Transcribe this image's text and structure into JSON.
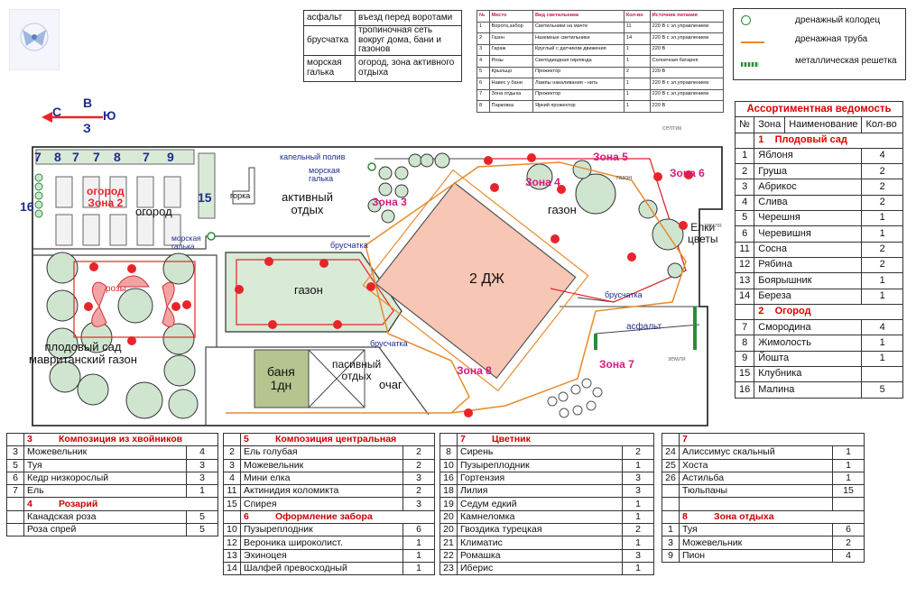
{
  "legend_surfaces": [
    {
      "material": "асфальт",
      "use": "въезд перед воротами"
    },
    {
      "material": "брусчатка",
      "use": "тропиночная сеть вокруг дома, бани и газонов"
    },
    {
      "material": "морская галька",
      "use": "огород, зона активного отдыха"
    }
  ],
  "lighting": {
    "headers": [
      "№",
      "Место",
      "Вид светильника",
      "Кол-во",
      "Источник питания"
    ],
    "rows": [
      [
        "1",
        "Ворота,забор",
        "Светильники на мачте",
        "11",
        "220 В с эл.управлением"
      ],
      [
        "2",
        "Газон",
        "Наземные светильники",
        "14",
        "220 В с эл.управлением"
      ],
      [
        "3",
        "Гараж",
        "Круглый с датчиком движения",
        "1",
        "220 В"
      ],
      [
        "4",
        "Розы",
        "Светодиодная гирлянда",
        "1",
        "Солнечная батарея"
      ],
      [
        "5",
        "Крыльцо",
        "Прожектор",
        "2",
        "220 В"
      ],
      [
        "6",
        "Навес у бани",
        "Лампы накаливания - нить",
        "1",
        "220 В с эл.управлением"
      ],
      [
        "7",
        "Зона отдыха",
        "Прожектор",
        "1",
        "220 В с эл.управлением"
      ],
      [
        "8",
        "Парковка",
        "Яркий прожектор",
        "1",
        "220 В"
      ]
    ]
  },
  "legend_symbols": [
    {
      "icon": "drain-well-icon",
      "label": "дренажный колодец"
    },
    {
      "icon": "drain-pipe-icon",
      "label": "дренажная труба"
    },
    {
      "icon": "metal-grate-icon",
      "label": "металлическая решетка"
    }
  ],
  "compass": {
    "n": "С",
    "e": "В",
    "w": "З",
    "s": "Ю"
  },
  "plan_labels": {
    "ogorod_zone": "огород\nЗона 2",
    "ogorod": "огород",
    "gorka": "горка",
    "active": "активный\nотдых",
    "kapel": "капельный полив",
    "galka1": "морская\nгалька",
    "galka2": "морская\nгалька",
    "zona3": "Зона 3",
    "bruschatka1": "брусчатка",
    "bruschatka2": "брусчатка",
    "bruschatka3": "брусчатка",
    "gazon_center": "газон",
    "house": "2 ДЖ",
    "zona4": "Зона 4",
    "zona5": "Зона 5",
    "zona6": "Зона 6",
    "gazon_right": "газон",
    "elki": "Елки\nцветы",
    "asfalt": "асфальт",
    "fruit": "плодовый сад\nмавританский газон",
    "rozy": "розы",
    "banya": "баня\n1дн",
    "pasiv": "пасивный\nотдых",
    "ochag": "очаг",
    "zona8": "Зона 8",
    "zona7": "Зона 7",
    "septik": "септик",
    "zemlya1": "земля",
    "zemlya2": "земля",
    "gazon_small": "газон",
    "top_marks": [
      "7",
      "8",
      "7",
      "7",
      "8",
      "7",
      "9"
    ],
    "num16": "16",
    "num15": "15"
  },
  "vedomost": {
    "title": "Ассортиментная ведомость",
    "headers": [
      "№",
      "Зона",
      "Наименование",
      "Кол-во"
    ],
    "sections": [
      {
        "num": "1",
        "title": "Плодовый сад",
        "rows": [
          [
            "1",
            "Яблоня",
            "4"
          ],
          [
            "2",
            "Груша",
            "2"
          ],
          [
            "3",
            "Абрикос",
            "2"
          ],
          [
            "4",
            "Слива",
            "2"
          ],
          [
            "5",
            "Черешня",
            "1"
          ],
          [
            "6",
            "Черевишня",
            "1"
          ],
          [
            "11",
            "Сосна",
            "2"
          ],
          [
            "12",
            "Рябина",
            "2"
          ],
          [
            "13",
            "Боярышник",
            "1"
          ],
          [
            "14",
            "Береза",
            "1"
          ]
        ]
      },
      {
        "num": "2",
        "title": "Огород",
        "rows": [
          [
            "7",
            "Смородина",
            "4"
          ],
          [
            "8",
            "Жимолость",
            "1"
          ],
          [
            "9",
            "Йошта",
            "1"
          ],
          [
            "15",
            "Клубника",
            ""
          ],
          [
            "16",
            "Малина",
            "5"
          ]
        ]
      }
    ]
  },
  "bottom_tables": [
    {
      "blocks": [
        {
          "num": "3",
          "title": "Композиция из хвойников",
          "rows": [
            [
              "3",
              "Можевельник",
              "4"
            ],
            [
              "5",
              "Туя",
              "3"
            ],
            [
              "6",
              "Кедр низкорослый",
              "3"
            ],
            [
              "7",
              "Ель",
              "1"
            ]
          ]
        },
        {
          "num": "4",
          "title": "Розарий",
          "rows": [
            [
              "",
              "Канадская роза",
              "5"
            ],
            [
              "",
              "Роза спрей",
              "5"
            ]
          ]
        }
      ]
    },
    {
      "blocks": [
        {
          "num": "5",
          "title": "Композиция центральная",
          "rows": [
            [
              "2",
              "Ель голубая",
              "2"
            ],
            [
              "3",
              "Можевельник",
              "2"
            ],
            [
              "4",
              "Мини елка",
              "3"
            ],
            [
              "11",
              "Актинидия коломикта",
              "2"
            ],
            [
              "15",
              "Спирея",
              "3"
            ]
          ]
        },
        {
          "num": "6",
          "title": "Оформление забора",
          "rows": [
            [
              "10",
              "Пузыреплодник",
              "6"
            ],
            [
              "12",
              "Вероника широколист.",
              "1"
            ],
            [
              "13",
              "Эхиноцея",
              "1"
            ],
            [
              "14",
              "Шалфей превосходный",
              "1"
            ]
          ]
        }
      ]
    },
    {
      "blocks": [
        {
          "num": "7",
          "title": "Цветник",
          "rows": [
            [
              "8",
              "Сирень",
              "2"
            ],
            [
              "10",
              "Пузыреплодник",
              "1"
            ],
            [
              "16",
              "Гортензия",
              "3"
            ],
            [
              "18",
              "Лилия",
              "3"
            ],
            [
              "19",
              "Седум едкий",
              "1"
            ],
            [
              "20",
              "Камнеломка",
              "1"
            ],
            [
              "20",
              "Гвоздика турецкая",
              "2"
            ],
            [
              "21",
              "Климатис",
              "1"
            ],
            [
              "22",
              "Ромашка",
              "3"
            ],
            [
              "23",
              "Иберис",
              "1"
            ]
          ]
        }
      ]
    },
    {
      "blocks": [
        {
          "num": "7",
          "title": "",
          "rows": [
            [
              "24",
              "Алиссимус скальный",
              "1"
            ],
            [
              "25",
              "Хоста",
              "1"
            ],
            [
              "26",
              "Астильба",
              "1"
            ],
            [
              "",
              "Тюльпаны",
              "15"
            ],
            [
              "",
              "",
              ""
            ]
          ]
        },
        {
          "num": "8",
          "title": "Зона отдыха",
          "rows": [
            [
              "1",
              "Туя",
              "6"
            ],
            [
              "3",
              "Можевельник",
              "2"
            ],
            [
              "9",
              "Пион",
              "4"
            ]
          ]
        }
      ]
    }
  ],
  "colors": {
    "red": "#e8242a",
    "orange": "#e98a2b",
    "lawn": "#d9ead7",
    "house": "#f7c6b4",
    "banya": "#b6c48f",
    "tree": "#cfe5cf",
    "magenta": "#d6197e",
    "blue": "#1f2c8f"
  }
}
